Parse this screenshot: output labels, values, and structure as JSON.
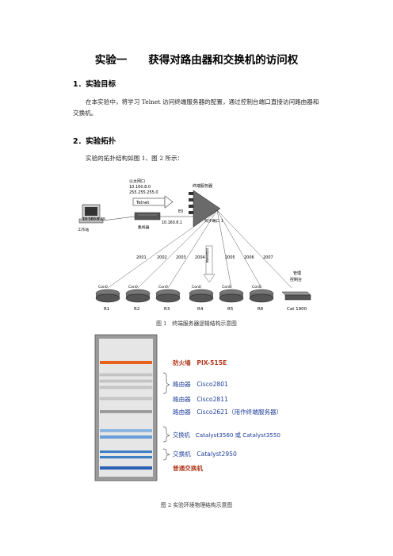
{
  "doc": {
    "title": "实验一　　获得对路由器和交换机的访问权",
    "section1": {
      "heading": "1．实验目标",
      "body": "在本实验中，将学习 Telnet 访问终端服务器的配置，通过控制台端口直接访问路由器和交换机。"
    },
    "section2": {
      "heading": "2．实验拓扑",
      "body": "实验的拓扑结构如图 1、图 2 所示："
    }
  },
  "figure1": {
    "caption": "图 1　终端服务器逻辑结构示意图",
    "net_label": "以太网口",
    "net_addr": "10.160.8.0",
    "net_mask": "255.255.255.0",
    "telnet": "Telnet",
    "ts_label": "终端服务器",
    "e0": "E0",
    "async_label": "异步端口 1",
    "workstation_ip": "10.160.8.65",
    "workstation": "工作站",
    "hub": "集线器",
    "ts_ip": "10.160.8.1",
    "ports": [
      "2001",
      "2002",
      "2003",
      "2004",
      "2005",
      "2006",
      "2007"
    ],
    "cable_label": "控制台电缆",
    "con0": "Con0",
    "routers": [
      "R1",
      "R2",
      "R3",
      "R4",
      "R5",
      "R6"
    ],
    "console_mgmt": "管理\n控制台",
    "switch": "Cat 1900",
    "mgmt_line1": "管理",
    "mgmt_line2": "控制台"
  },
  "figure2": {
    "caption": "图 2 实验环境物理结构示意图",
    "labels": [
      "防火墙　PIX-515E",
      "路由器　Cisco2801",
      "路由器　Cisco2811",
      "路由器　Cisco2621（用作终端服务器）",
      "交换机　Catalyst3560 或 Catalyst3550",
      "交换机　Catalyst2950",
      "普通交换机"
    ],
    "colors": {
      "firewall": "#e8621e",
      "router": "#d7d7d7",
      "switch_light": "#8fb6df",
      "switch_mid": "#3f7fc4",
      "switch_dark": "#2b60b2",
      "text_blue": "#1f3f9a",
      "text_red": "#b23a1f"
    }
  }
}
